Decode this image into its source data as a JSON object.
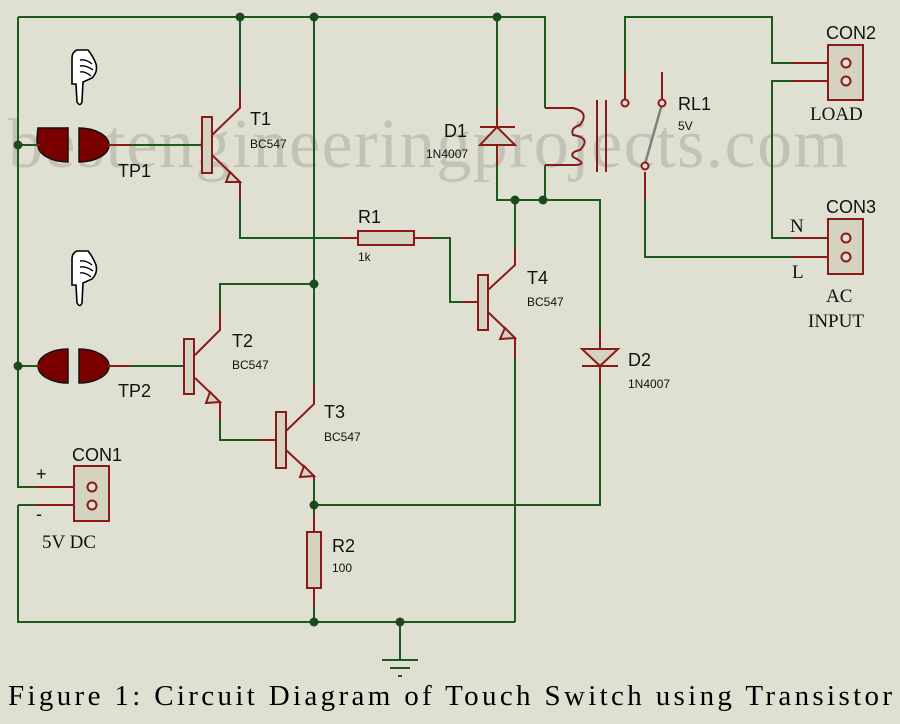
{
  "watermark": "bestengineeringprojects.com",
  "caption": "Figure 1: Circuit Diagram of Touch Switch using Transistor",
  "components": {
    "tp1": {
      "ref": "TP1"
    },
    "tp2": {
      "ref": "TP2"
    },
    "t1": {
      "ref": "T1",
      "value": "BC547"
    },
    "t2": {
      "ref": "T2",
      "value": "BC547"
    },
    "t3": {
      "ref": "T3",
      "value": "BC547"
    },
    "t4": {
      "ref": "T4",
      "value": "BC547"
    },
    "r1": {
      "ref": "R1",
      "value": "1k"
    },
    "r2": {
      "ref": "R2",
      "value": "100"
    },
    "d1": {
      "ref": "D1",
      "value": "1N4007"
    },
    "d2": {
      "ref": "D2",
      "value": "1N4007"
    },
    "rl1": {
      "ref": "RL1",
      "value": "5V"
    },
    "con1": {
      "ref": "CON1",
      "label": "5V DC",
      "plus": "+",
      "minus": "-"
    },
    "con2": {
      "ref": "CON2",
      "label": "LOAD"
    },
    "con3": {
      "ref": "CON3",
      "label_line1": "AC",
      "label_line2": "INPUT",
      "n": "N",
      "l": "L"
    }
  },
  "colors": {
    "wire": "#1d5a1d",
    "component": "#8a1a1a",
    "background": "#e0e0d2"
  }
}
